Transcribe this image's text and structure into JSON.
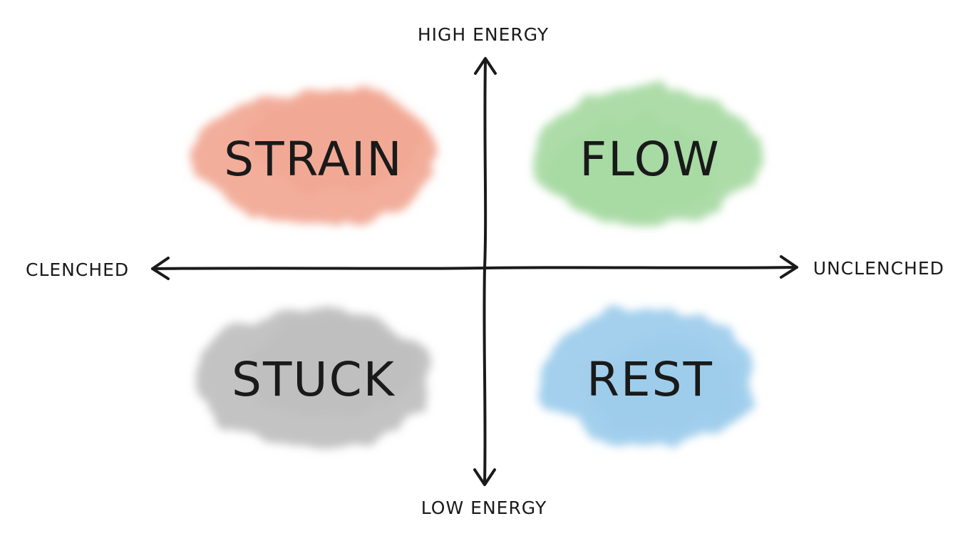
{
  "axes": {
    "top": "HIGH ENERGY",
    "bottom": "LOW ENERGY",
    "left": "CLENCHED",
    "right": "UNCLENCHED"
  },
  "quadrants": {
    "top_left": {
      "label": "STRAIN",
      "color": "#f0a08a"
    },
    "top_right": {
      "label": "FLOW",
      "color": "#9fd69a"
    },
    "bottom_left": {
      "label": "STUCK",
      "color": "#b9b9b9"
    },
    "bottom_right": {
      "label": "REST",
      "color": "#94c8ea"
    }
  }
}
